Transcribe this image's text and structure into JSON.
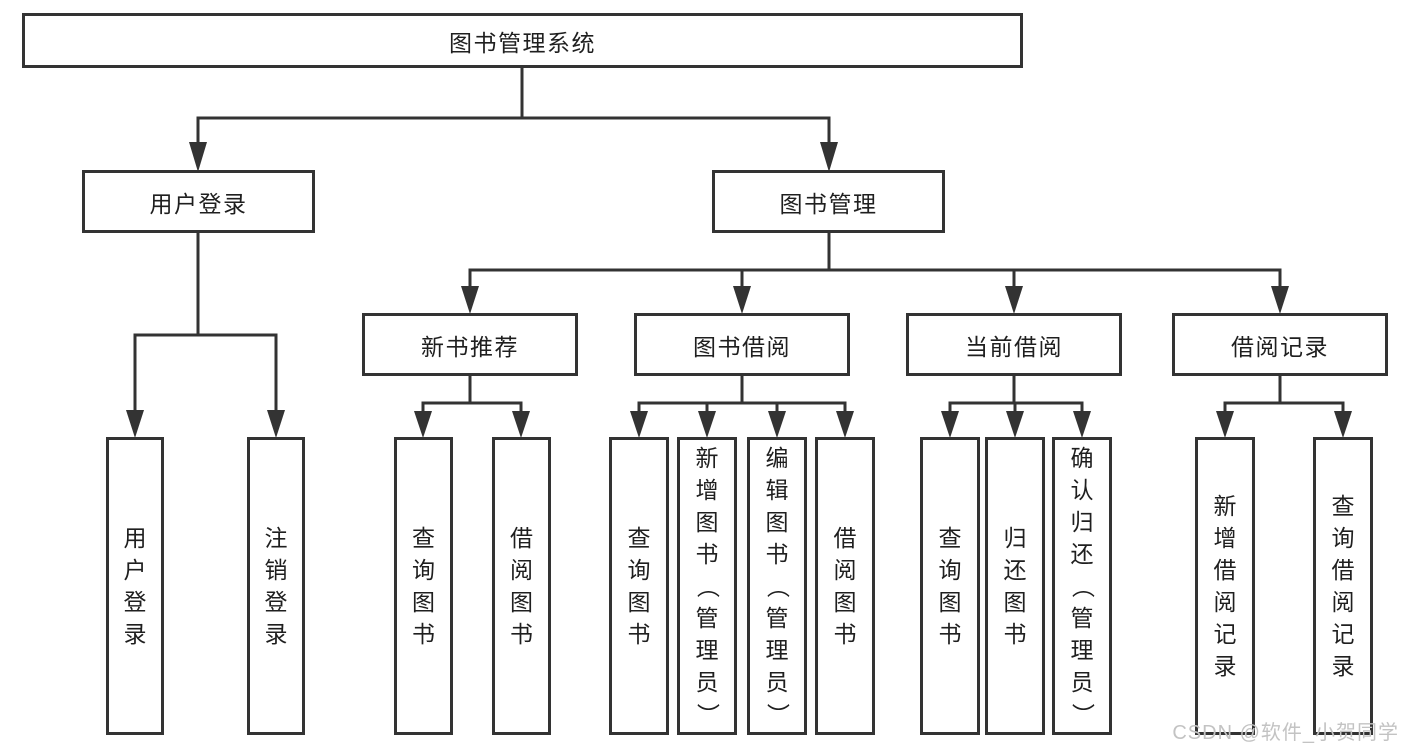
{
  "diagram_type": "hierarchy",
  "colors": {
    "line": "#333333",
    "text": "#1f1f1f",
    "box_background": "#ffffff",
    "watermark": "#c3c3c3"
  },
  "watermark": "CSDN @软件_小贺同学",
  "tree": {
    "root": {
      "label": "图书管理系统"
    },
    "children": [
      {
        "label": "用户登录",
        "children": [
          {
            "label": "用户登录"
          },
          {
            "label": "注销登录"
          }
        ]
      },
      {
        "label": "图书管理",
        "children": [
          {
            "label": "新书推荐",
            "children": [
              {
                "label": "查询图书"
              },
              {
                "label": "借阅图书"
              }
            ]
          },
          {
            "label": "图书借阅",
            "children": [
              {
                "label": "查询图书"
              },
              {
                "label": "新增图书（管理员）"
              },
              {
                "label": "编辑图书（管理员）"
              },
              {
                "label": "借阅图书"
              }
            ]
          },
          {
            "label": "当前借阅",
            "children": [
              {
                "label": "查询图书"
              },
              {
                "label": "归还图书"
              },
              {
                "label": "确认归还（管理员）"
              }
            ]
          },
          {
            "label": "借阅记录",
            "children": [
              {
                "label": "新增借阅记录"
              },
              {
                "label": "查询借阅记录"
              }
            ]
          }
        ]
      }
    ]
  }
}
